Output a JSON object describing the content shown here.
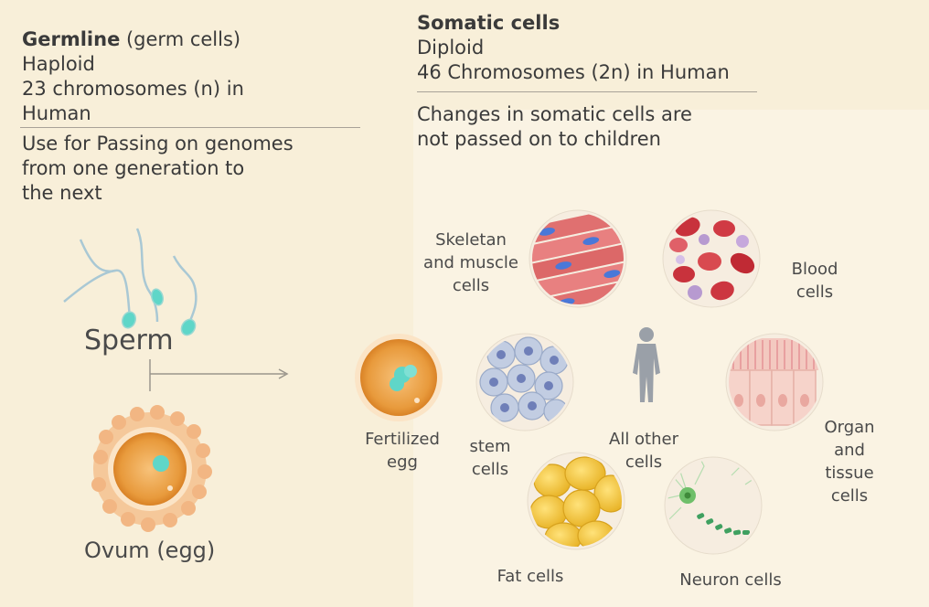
{
  "germline": {
    "title": "Germline",
    "title_suffix": " (germ cells)",
    "line1": "Haploid",
    "line2": "23 chromosomes (n) in",
    "line3": "Human",
    "desc1": "Use for Passing on genomes",
    "desc2": "from one generation to",
    "desc3": "the next"
  },
  "somatic": {
    "title": "Somatic cells",
    "line1": "Diploid",
    "line2": "46 Chromosomes (2n) in Human",
    "desc1": "Changes in somatic cells are",
    "desc2": "not passed on to children"
  },
  "labels": {
    "sperm": "Sperm",
    "ovum": "Ovum (egg)",
    "fertilized_1": "Fertilized",
    "fertilized_2": "egg",
    "stem_1": "stem",
    "stem_2": "cells",
    "skeletal_1": "Skeletan",
    "skeletal_2": "and muscle",
    "skeletal_3": "cells",
    "blood_1": "Blood",
    "blood_2": "cells",
    "all_other_1": "All other",
    "all_other_2": "cells",
    "organ_1": "Organ",
    "organ_2": "and",
    "organ_3": "tissue",
    "organ_4": "cells",
    "fat": "Fat cells",
    "neuron": "Neuron cells"
  },
  "colors": {
    "background": "#f8efd9",
    "egg_orange": "#e89a3c",
    "nucleus_teal": "#5fd6c8",
    "muscle_red": "#e07070",
    "blood_red": "#c8323c",
    "stem_blue": "#a9b8d6",
    "fat_yellow": "#f2c63a",
    "neuron_green": "#6fbf6a",
    "organ_pink": "#f0b8b0"
  }
}
